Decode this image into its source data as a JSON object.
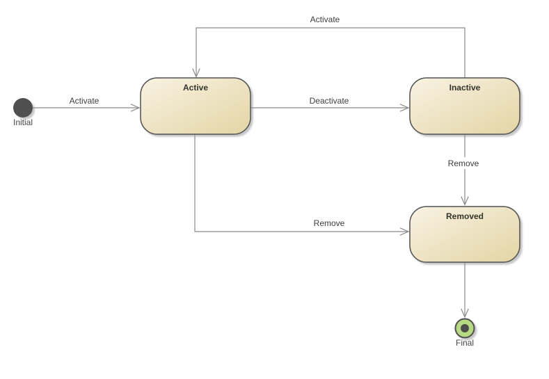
{
  "diagram": {
    "kind": "uml-state-machine",
    "colors": {
      "canvas_bg": "#ffffff",
      "state_fill_light": "#f8f2e3",
      "state_fill_dark": "#e3d5a4",
      "state_border": "#4f4f4f",
      "state_title_text": "#35342c",
      "edge_line": "#8a8a8a",
      "edge_label_text": "#3e3e3e",
      "node_label_text": "#454545",
      "initial_node_fill": "#4f4f4f",
      "final_node_fill": "#b6d981",
      "final_node_dot": "#4d4d4d",
      "final_node_border": "#4f4f4f",
      "shadow_color": "#9a9a9a"
    },
    "nodes": {
      "initial": {
        "type": "initial-pseudostate",
        "label": "Initial"
      },
      "active": {
        "type": "state",
        "label": "Active"
      },
      "inactive": {
        "type": "state",
        "label": "Inactive"
      },
      "removed": {
        "type": "state",
        "label": "Removed"
      },
      "final": {
        "type": "final-state",
        "label": "Final"
      }
    },
    "transitions": [
      {
        "name": "activate-from-inactive",
        "label": "Activate",
        "from": "Inactive",
        "to": "Active"
      },
      {
        "name": "activate-from-initial",
        "label": "Activate",
        "from": "Initial",
        "to": "Active"
      },
      {
        "name": "deactivate",
        "label": "Deactivate",
        "from": "Active",
        "to": "Inactive"
      },
      {
        "name": "remove-from-inactive",
        "label": "Remove",
        "from": "Inactive",
        "to": "Removed"
      },
      {
        "name": "remove-from-active",
        "label": "Remove",
        "from": "Active",
        "to": "Removed"
      },
      {
        "name": "to-final",
        "label": "",
        "from": "Removed",
        "to": "Final"
      }
    ]
  }
}
